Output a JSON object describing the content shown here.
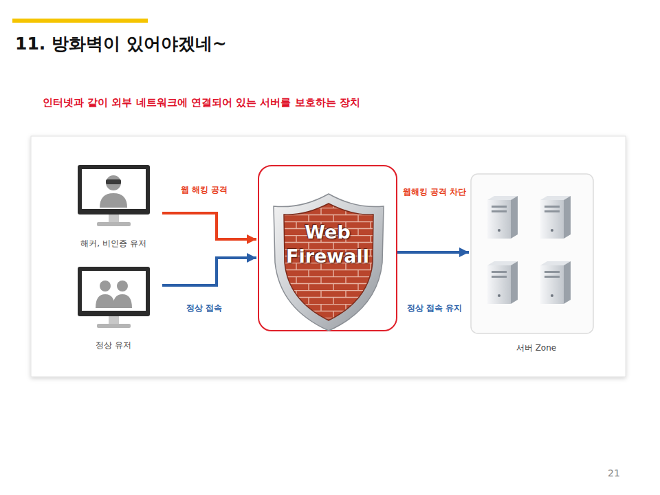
{
  "diagram": {
    "title": "11. 방화벽이 있어야겠네~",
    "nodes": [
      {
        "text": [
          "해커, 비인증 유저"
        ]
      },
      {
        "text": [
          "정상 유저"
        ]
      },
      {
        "text": [
          "Web Firewall"
        ]
      },
      {
        "text": [
          "서버 Zone"
        ]
      }
    ],
    "edges": [
      {
        "from": 0,
        "to": 2,
        "arrow": "to",
        "label": "웹 해킹 공격"
      },
      {
        "from": 1,
        "to": 2,
        "arrow": "to",
        "label": "정상 접속"
      },
      {
        "from": 2,
        "to": 3,
        "arrow": "to",
        "label": "정상 접속 유지"
      }
    ],
    "labels": [
      "인터넷과 같이 외부 네트워크에 연결되어 있는 서버를 보호하는 장치",
      "웹해킹 공격 차단",
      "21"
    ]
  }
}
